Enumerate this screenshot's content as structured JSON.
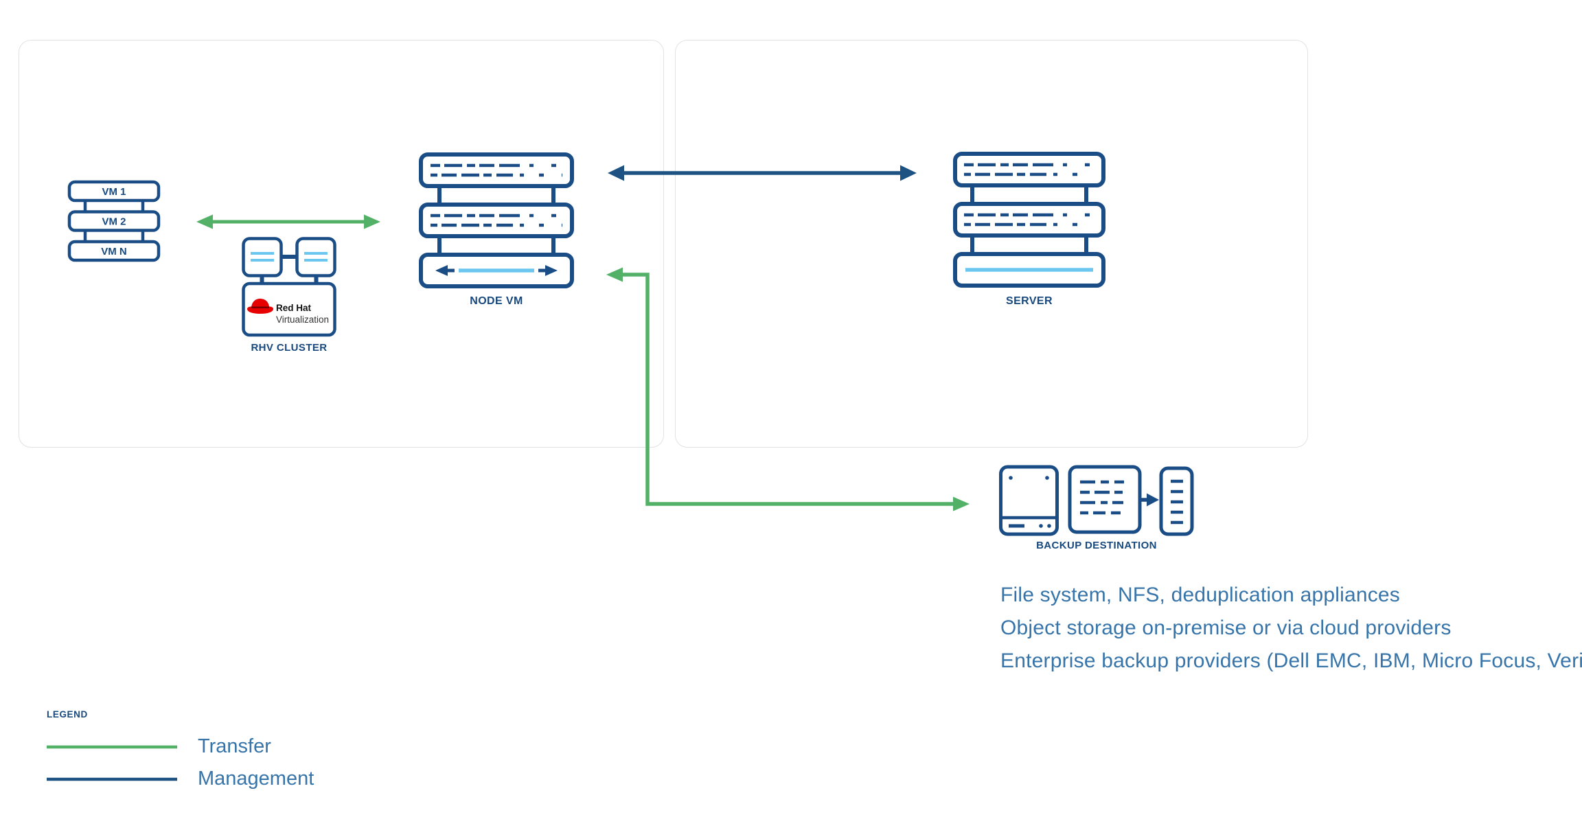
{
  "diagram": {
    "left_panel": {
      "vm_stack": {
        "items": [
          "VM 1",
          "VM 2",
          "VM N"
        ]
      },
      "rhv_cluster": {
        "label": "RHV CLUSTER",
        "logo": {
          "line1": "Red Hat",
          "line2": "Virtualization"
        }
      },
      "node_vm": {
        "label": "NODE VM"
      }
    },
    "right_panel": {
      "server": {
        "label": "SERVER"
      }
    },
    "backup_destination": {
      "label": "BACKUP DESTINATION",
      "notes": [
        "File system, NFS, deduplication appliances",
        "Object storage on-premise or via cloud providers",
        "Enterprise backup providers (Dell EMC, IBM, Micro Focus, Veritas)"
      ]
    },
    "legend": {
      "title": "LEGEND",
      "items": [
        {
          "label": "Transfer",
          "color": "#52b166"
        },
        {
          "label": "Management",
          "color": "#1d5282"
        }
      ]
    },
    "colors": {
      "navy": "#1a4c85",
      "management_blue": "#1d5282",
      "transfer_green": "#52b166",
      "light_blue": "#6cc7f0",
      "text_blue": "#3674a9",
      "red_hat_red": "#e60000",
      "panel_border": "#e2e2e2"
    },
    "icons": {
      "vm_stack": "vm-stack-icon",
      "rhv_cluster": "cluster-icon",
      "node_vm": "server-stack-icon",
      "server": "server-stack-icon",
      "backup_storage": "storage-appliance-icon",
      "backup_files": "file-block-icon",
      "backup_tape": "tape-library-icon",
      "arrows": [
        "transfer-arrow",
        "management-arrow"
      ]
    }
  }
}
